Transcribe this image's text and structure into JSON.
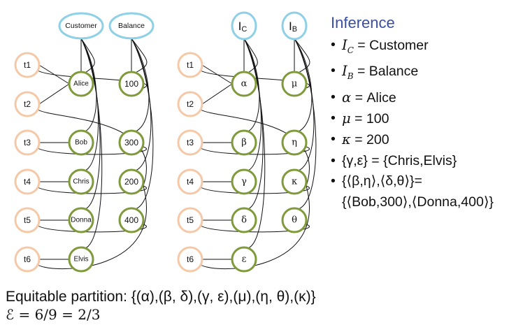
{
  "colors": {
    "tuple": "#f5c9a8",
    "entity": "#7f9a3a",
    "attribute": "#8ed0e6",
    "edge": "#111111",
    "title": "#3a4fa0"
  },
  "left_graph": {
    "attributes": [
      "Customer",
      "Balance"
    ],
    "tuples": [
      "t1",
      "t2",
      "t3",
      "t4",
      "t5",
      "t6"
    ],
    "entities": [
      "Alice",
      "Bob",
      "Chris",
      "Donna",
      "Elvis"
    ],
    "values": [
      "100",
      "300",
      "200",
      "400"
    ]
  },
  "right_graph": {
    "attributes": [
      "I",
      "I"
    ],
    "attribute_subscripts": [
      "C",
      "B"
    ],
    "tuples": [
      "t1",
      "t2",
      "t3",
      "t4",
      "t5",
      "t6"
    ],
    "entities": [
      "α",
      "β",
      "γ",
      "δ",
      "ε"
    ],
    "values": [
      "μ",
      "η",
      "κ",
      "θ"
    ]
  },
  "inference": {
    "title": "Inference",
    "items": [
      {
        "sym": "I",
        "sub": "C",
        "rest": " = Customer"
      },
      {
        "sym": "I",
        "sub": "B",
        "rest": " = Balance"
      },
      {
        "sym": "α",
        "sub": "",
        "rest": " = Alice"
      },
      {
        "sym": "μ",
        "sub": "",
        "rest": " = 100"
      },
      {
        "sym": "κ",
        "sub": "",
        "rest": " = 200"
      }
    ],
    "set_line": "{γ,ε} = {Chris,Elvis}",
    "pairs_line_1": "{⟨β,η⟩,⟨δ,θ⟩}=",
    "pairs_line_2": "{⟨Bob,300⟩,⟨Donna,400⟩}"
  },
  "footer": {
    "partition": "Equitable partition: {(α),(β, δ),(γ, ε),(μ),(η, θ),(κ)}",
    "score": "ℰ = 6/9 = 2/3"
  }
}
